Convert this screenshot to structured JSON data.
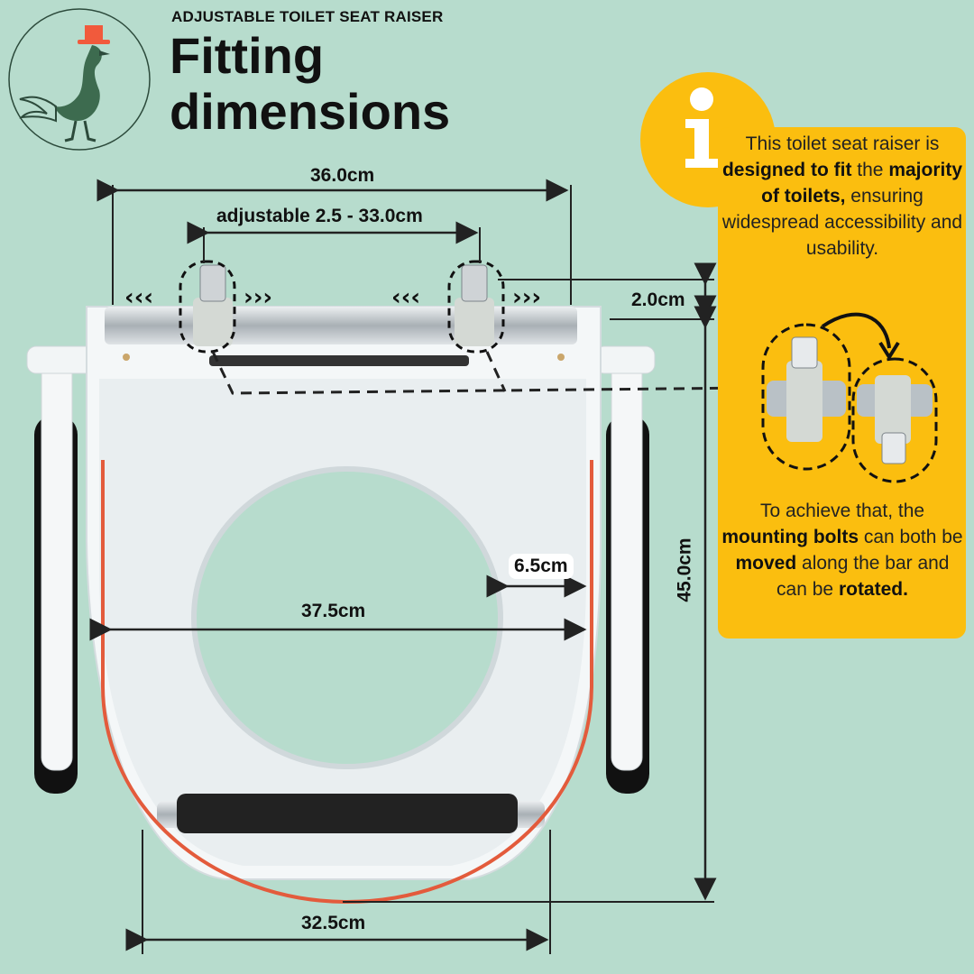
{
  "header": {
    "subtitle": "ADJUSTABLE TOILET SEAT RAISER",
    "title_line1": "Fitting",
    "title_line2": "dimensions"
  },
  "dimensions": {
    "top_width": "36.0cm",
    "adjustable_range": "adjustable 2.5 - 33.0cm",
    "bar_offset": "2.0cm",
    "length": "45.0cm",
    "edge_gap": "6.5cm",
    "inner_width": "37.5cm",
    "bottom_width": "32.5cm"
  },
  "info": {
    "p1": {
      "pre": "This toilet seat raiser is ",
      "bold1": "designed to fit",
      "mid1": " the ",
      "bold2": "majority of toilets,",
      "post": " ensuring widespread accessibility and usability."
    },
    "p2": {
      "pre": "To achieve that, the ",
      "bold1": "mounting bolts",
      "mid1": " can both be ",
      "bold2": "moved",
      "mid2": " along the bar and can be ",
      "bold3": "rotated."
    }
  },
  "colors": {
    "background": "#b7dccd",
    "accent": "#fbbe0f",
    "outline": "#e35b3c",
    "hat": "#f15a3c",
    "bird": "#3d6b4f"
  },
  "icons": [
    "rooster-logo-icon",
    "info-icon",
    "arrow-left-chevrons-icon",
    "arrow-right-chevrons-icon",
    "rotate-arrow-icon"
  ]
}
